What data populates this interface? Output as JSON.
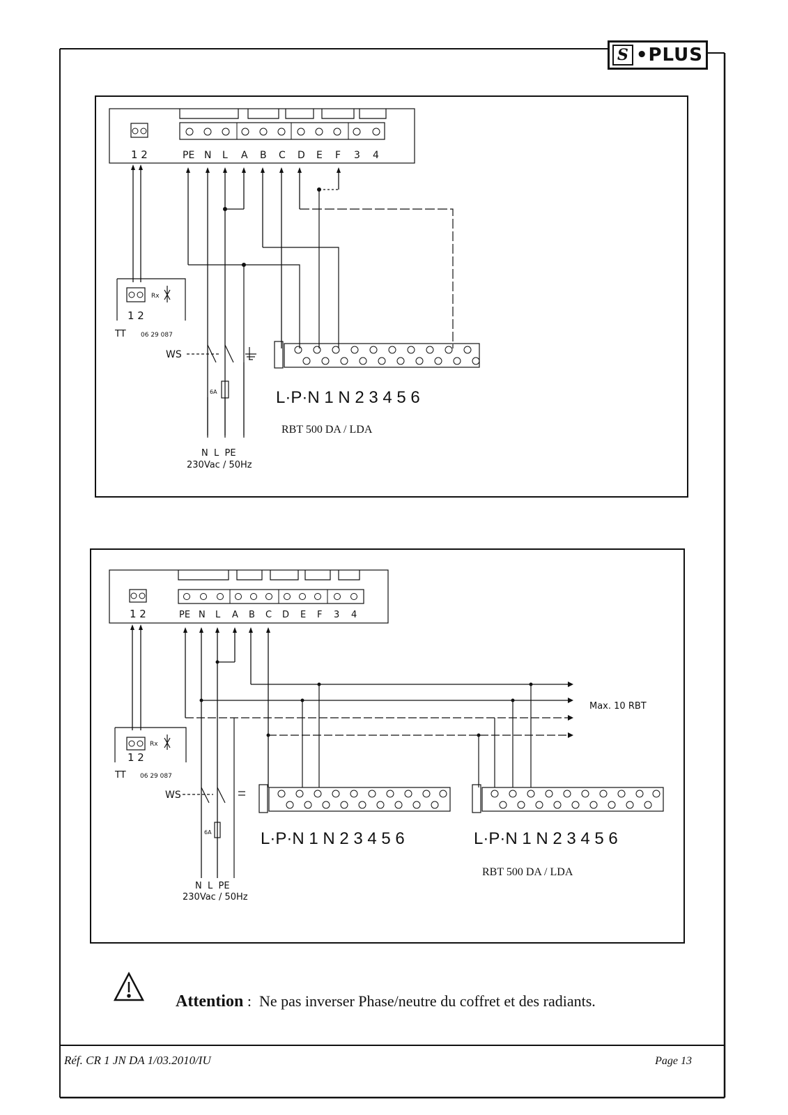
{
  "logo": {
    "mark": "S",
    "text": "•PLUS"
  },
  "diagram1": {
    "top_labels": [
      "1 2",
      "PE",
      "N",
      "L",
      "A",
      "B",
      "C",
      "D",
      "E",
      "F",
      "3",
      "4"
    ],
    "thermostat_terminal": "1 2",
    "thermostat_rx": "Rx",
    "tt_label": "TT",
    "tt_ref": "06 29 087",
    "ws_label": "WS",
    "fuse_label": "6A",
    "rbt_terminals": "L·P·N 1 N 2 3 4 5 6",
    "rbt_label": "RBT 500 DA / LDA",
    "supply_terminals": "N  L  PE",
    "supply_label": "230Vac / 50Hz"
  },
  "diagram2": {
    "top_labels": [
      "1 2",
      "PE",
      "N",
      "L",
      "A",
      "B",
      "C",
      "D",
      "E",
      "F",
      "3",
      "4"
    ],
    "thermostat_terminal": "1 2",
    "thermostat_rx": "Rx",
    "tt_label": "TT",
    "tt_ref": "06 29 087",
    "ws_label": "WS",
    "fuse_label": "6A",
    "max_label": "Max. 10 RBT",
    "rbt_terminals_1": "L·P·N 1 N 2 3 4 5 6",
    "rbt_terminals_2": "L·P·N 1 N 2 3 4 5 6",
    "rbt_label": "RBT 500 DA / LDA",
    "supply_terminals": "N  L  PE",
    "supply_label": "230Vac / 50Hz"
  },
  "attention": {
    "title": "Attention",
    "separator": " :  ",
    "text": "Ne pas inverser Phase/neutre du coffret et des radiants."
  },
  "footer": {
    "ref": "Réf.  CR 1 JN DA  1/03.2010/IU",
    "page": "Page 13"
  }
}
